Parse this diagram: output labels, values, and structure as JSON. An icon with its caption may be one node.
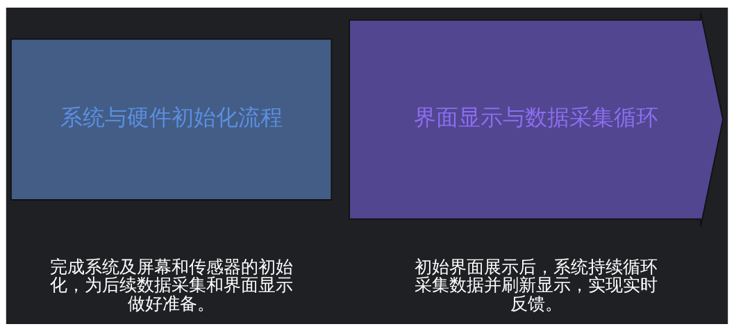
{
  "diagram": {
    "nodes": [
      {
        "text": [
          "系统与硬件初始化流程"
        ],
        "beside": [
          "完成系统及屏幕和传感器的初始化，为后续数据采集和界面显示做好准备。"
        ]
      },
      {
        "text": [
          "界面显示与数据采集循环"
        ],
        "beside": [
          "初始界面展示后，系统持续循环采集数据并刷新显示，实现实时反馈。"
        ]
      }
    ],
    "edges": []
  }
}
